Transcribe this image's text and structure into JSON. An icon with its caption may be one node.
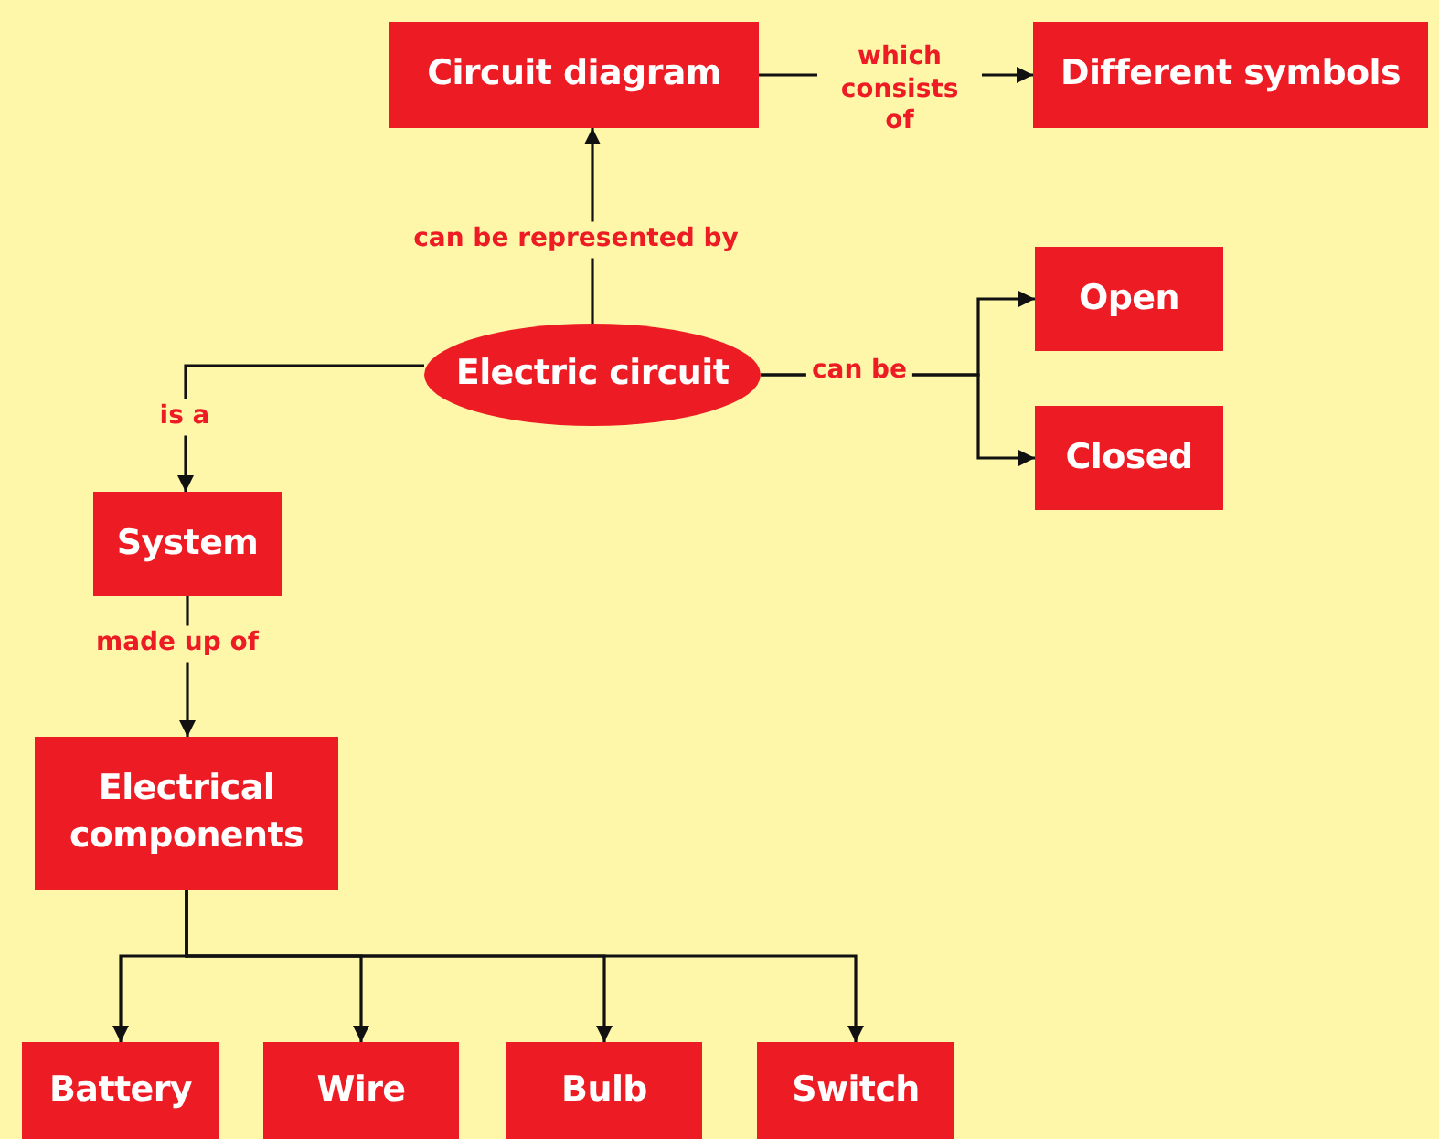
{
  "diagram": {
    "nodes": [
      {
        "text": [
          "Circuit diagram"
        ]
      },
      {
        "text": [
          "Different symbols"
        ]
      },
      {
        "text": [
          "Electric circuit"
        ]
      },
      {
        "text": [
          "Open"
        ]
      },
      {
        "text": [
          "Closed"
        ]
      },
      {
        "text": [
          "System"
        ]
      },
      {
        "text": [
          "Electrical components"
        ]
      },
      {
        "text": [
          "Battery"
        ]
      },
      {
        "text": [
          "Wire"
        ]
      },
      {
        "text": [
          "Bulb"
        ]
      },
      {
        "text": [
          "Switch"
        ]
      }
    ],
    "edges": [
      {
        "from": 2,
        "to": 0,
        "arrow": "to",
        "label": "can be represented by"
      },
      {
        "from": 0,
        "to": 1,
        "arrow": "to",
        "label": "which consists of"
      },
      {
        "from": 2,
        "to": 3,
        "arrow": "to",
        "label": "can be"
      },
      {
        "from": 2,
        "to": 4,
        "arrow": "to"
      },
      {
        "from": 2,
        "to": 5,
        "arrow": "to",
        "label": "is a"
      },
      {
        "from": 5,
        "to": 6,
        "arrow": "to",
        "label": "made up of"
      },
      {
        "from": 6,
        "to": 7,
        "arrow": "to"
      },
      {
        "from": 6,
        "to": 8,
        "arrow": "to"
      },
      {
        "from": 6,
        "to": 9,
        "arrow": "to"
      },
      {
        "from": 6,
        "to": 10,
        "arrow": "to"
      }
    ]
  }
}
